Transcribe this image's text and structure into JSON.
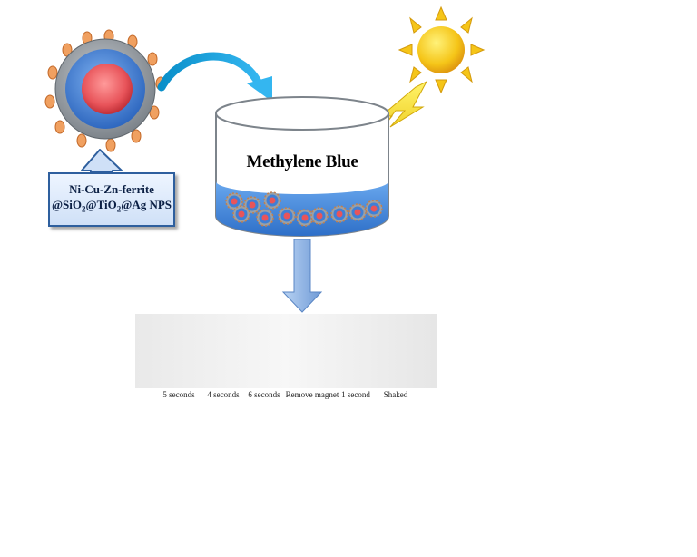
{
  "composite": {
    "label_line1": "Ni-Cu-Zn-ferrite",
    "label_line2_parts": [
      "@SiO",
      "2",
      "@TiO",
      "2",
      "@Ag NPS"
    ]
  },
  "beaker": {
    "title": "Methylene Blue"
  },
  "experiment": {
    "steps": [
      "5 seconds",
      "4 seconds",
      "6 seconds",
      "Remove magnet",
      "1 second",
      "Shaked"
    ],
    "vial_states": [
      "dark",
      "clear-magnet",
      "clear-magnet",
      "clear",
      "clear-settled",
      "clear-settled",
      "dark"
    ]
  },
  "colors": {
    "sun": "#f5c518",
    "lightning": "#f2e12a",
    "core": "#e8545a",
    "shell_blue": "#3f7fd6",
    "shell_grey": "#9aa0a6",
    "ag_dots": "#f0a060",
    "liquid": "#4a8fe0",
    "arrow_blue": "#8fb6e6",
    "strip_arrow": "#e02020"
  },
  "icons": [
    "sun-icon",
    "lightning-icon",
    "curved-arrow-icon",
    "down-arrow-icon",
    "up-arrow-icon"
  ]
}
